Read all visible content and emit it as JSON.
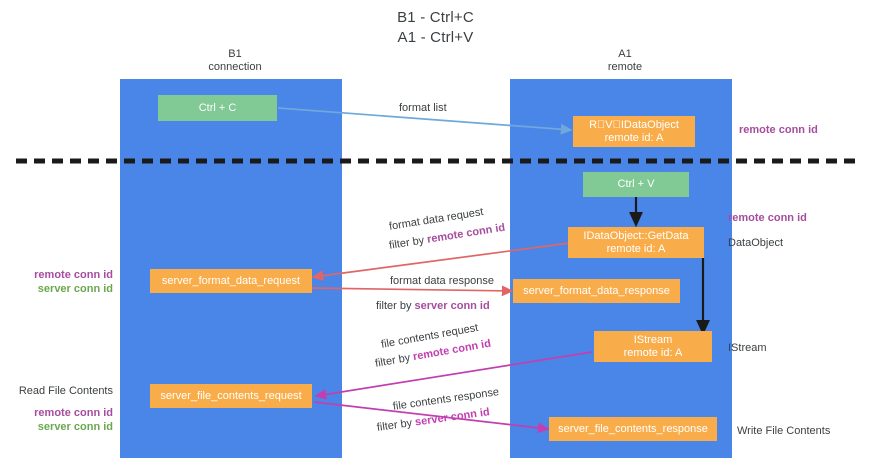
{
  "title": {
    "line1": "B1 - Ctrl+C",
    "line2": "A1 - Ctrl+V"
  },
  "columns": [
    {
      "name": "B1",
      "sub": "connection"
    },
    {
      "name": "A1",
      "sub": "remote"
    }
  ],
  "colors": {
    "lane": "#4a86e8",
    "node_orange": "#f9ad4a",
    "node_green": "#81c995",
    "remote_conn_id": "#a64d9e",
    "server_conn_id": "#6aa84f",
    "arrow_blue": "#6fa8dc",
    "arrow_red": "#e06666",
    "arrow_magenta": "#c33fb0",
    "arrow_black": "#1a1a1a",
    "divider": "#1a1a1a"
  },
  "nodes": {
    "ctrl_c": {
      "l1": "Ctrl + C"
    },
    "idataobject": {
      "l1": "R⃝V⃝IDataObject",
      "l2": "remote id: A"
    },
    "ctrl_v": {
      "l1": "Ctrl + V"
    },
    "getdata": {
      "l1": "IDataObject::GetData",
      "l2": "remote id: A"
    },
    "server_format_data_request": {
      "l1": "server_format_data_request"
    },
    "server_format_data_response": {
      "l1": "server_format_data_response"
    },
    "istream": {
      "l1": "IStream",
      "l2": "remote id: A"
    },
    "server_file_contents_request": {
      "l1": "server_file_contents_request"
    },
    "server_file_contents_response": {
      "l1": "server_file_contents_response"
    }
  },
  "edge_labels": {
    "format_list": "format list",
    "format_data_request": "format data request",
    "format_data_request_filter_prefix": "filter by ",
    "format_data_request_filter_key": "remote conn id",
    "format_data_response": "format data response",
    "format_data_response_filter_prefix": "filter by ",
    "format_data_response_filter_key": "server conn id",
    "file_contents_request": "file contents request",
    "file_contents_request_filter_prefix": "filter by ",
    "file_contents_request_filter_key": "remote conn id",
    "file_contents_response": "file contents response",
    "file_contents_response_filter_prefix": "filter by ",
    "file_contents_response_filter_key": "server conn id"
  },
  "side_labels": {
    "right_remote_conn_id_top": "remote conn id",
    "right_remote_conn_id_mid": "remote conn id",
    "right_dataobject": "DataObject",
    "right_istream": "IStream",
    "right_write_file_contents": "Write File Contents",
    "left_remote_conn_id_1": "remote conn id",
    "left_server_conn_id_1": "server conn id",
    "left_read_file_contents": "Read File Contents",
    "left_remote_conn_id_2": "remote conn id",
    "left_server_conn_id_2": "server conn id"
  }
}
